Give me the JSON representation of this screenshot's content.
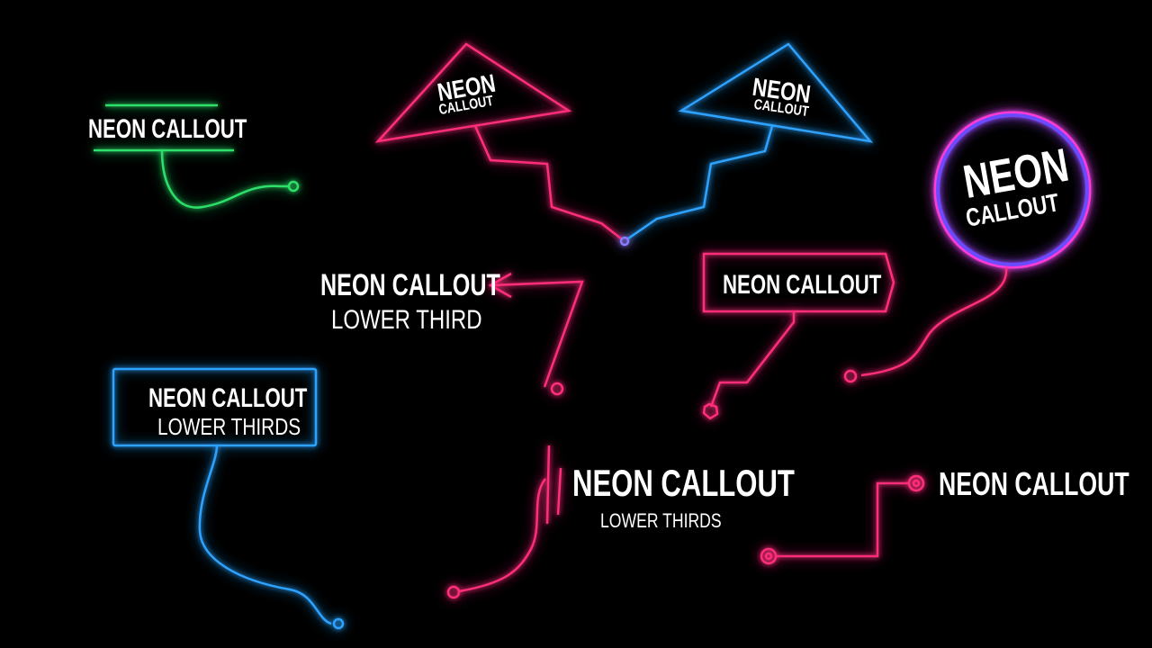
{
  "colors": {
    "background": "#000000",
    "green": "#2de06a",
    "pink": "#ff2d7a",
    "blue": "#2fa2ff",
    "violet": "#6a4cff",
    "text": "#ffffff"
  },
  "callouts": {
    "green_bars": {
      "title": "NEON CALLOUT"
    },
    "pink_triangle": {
      "line1": "NEON",
      "line2": "CALLOUT"
    },
    "blue_triangle": {
      "line1": "NEON",
      "line2": "CALLOUT"
    },
    "circle": {
      "line1": "NEON",
      "line2": "CALLOUT"
    },
    "arrow": {
      "title": "NEON CALLOUT",
      "subtitle": "LOWER THIRD"
    },
    "tag_box": {
      "title": "NEON CALLOUT"
    },
    "blue_box": {
      "title": "NEON CALLOUT",
      "subtitle": "LOWER THIRDS"
    },
    "slash": {
      "title": "NEON CALLOUT",
      "subtitle": "LOWER THIRDS"
    },
    "step_line": {
      "title": "NEON CALLOUT"
    }
  }
}
